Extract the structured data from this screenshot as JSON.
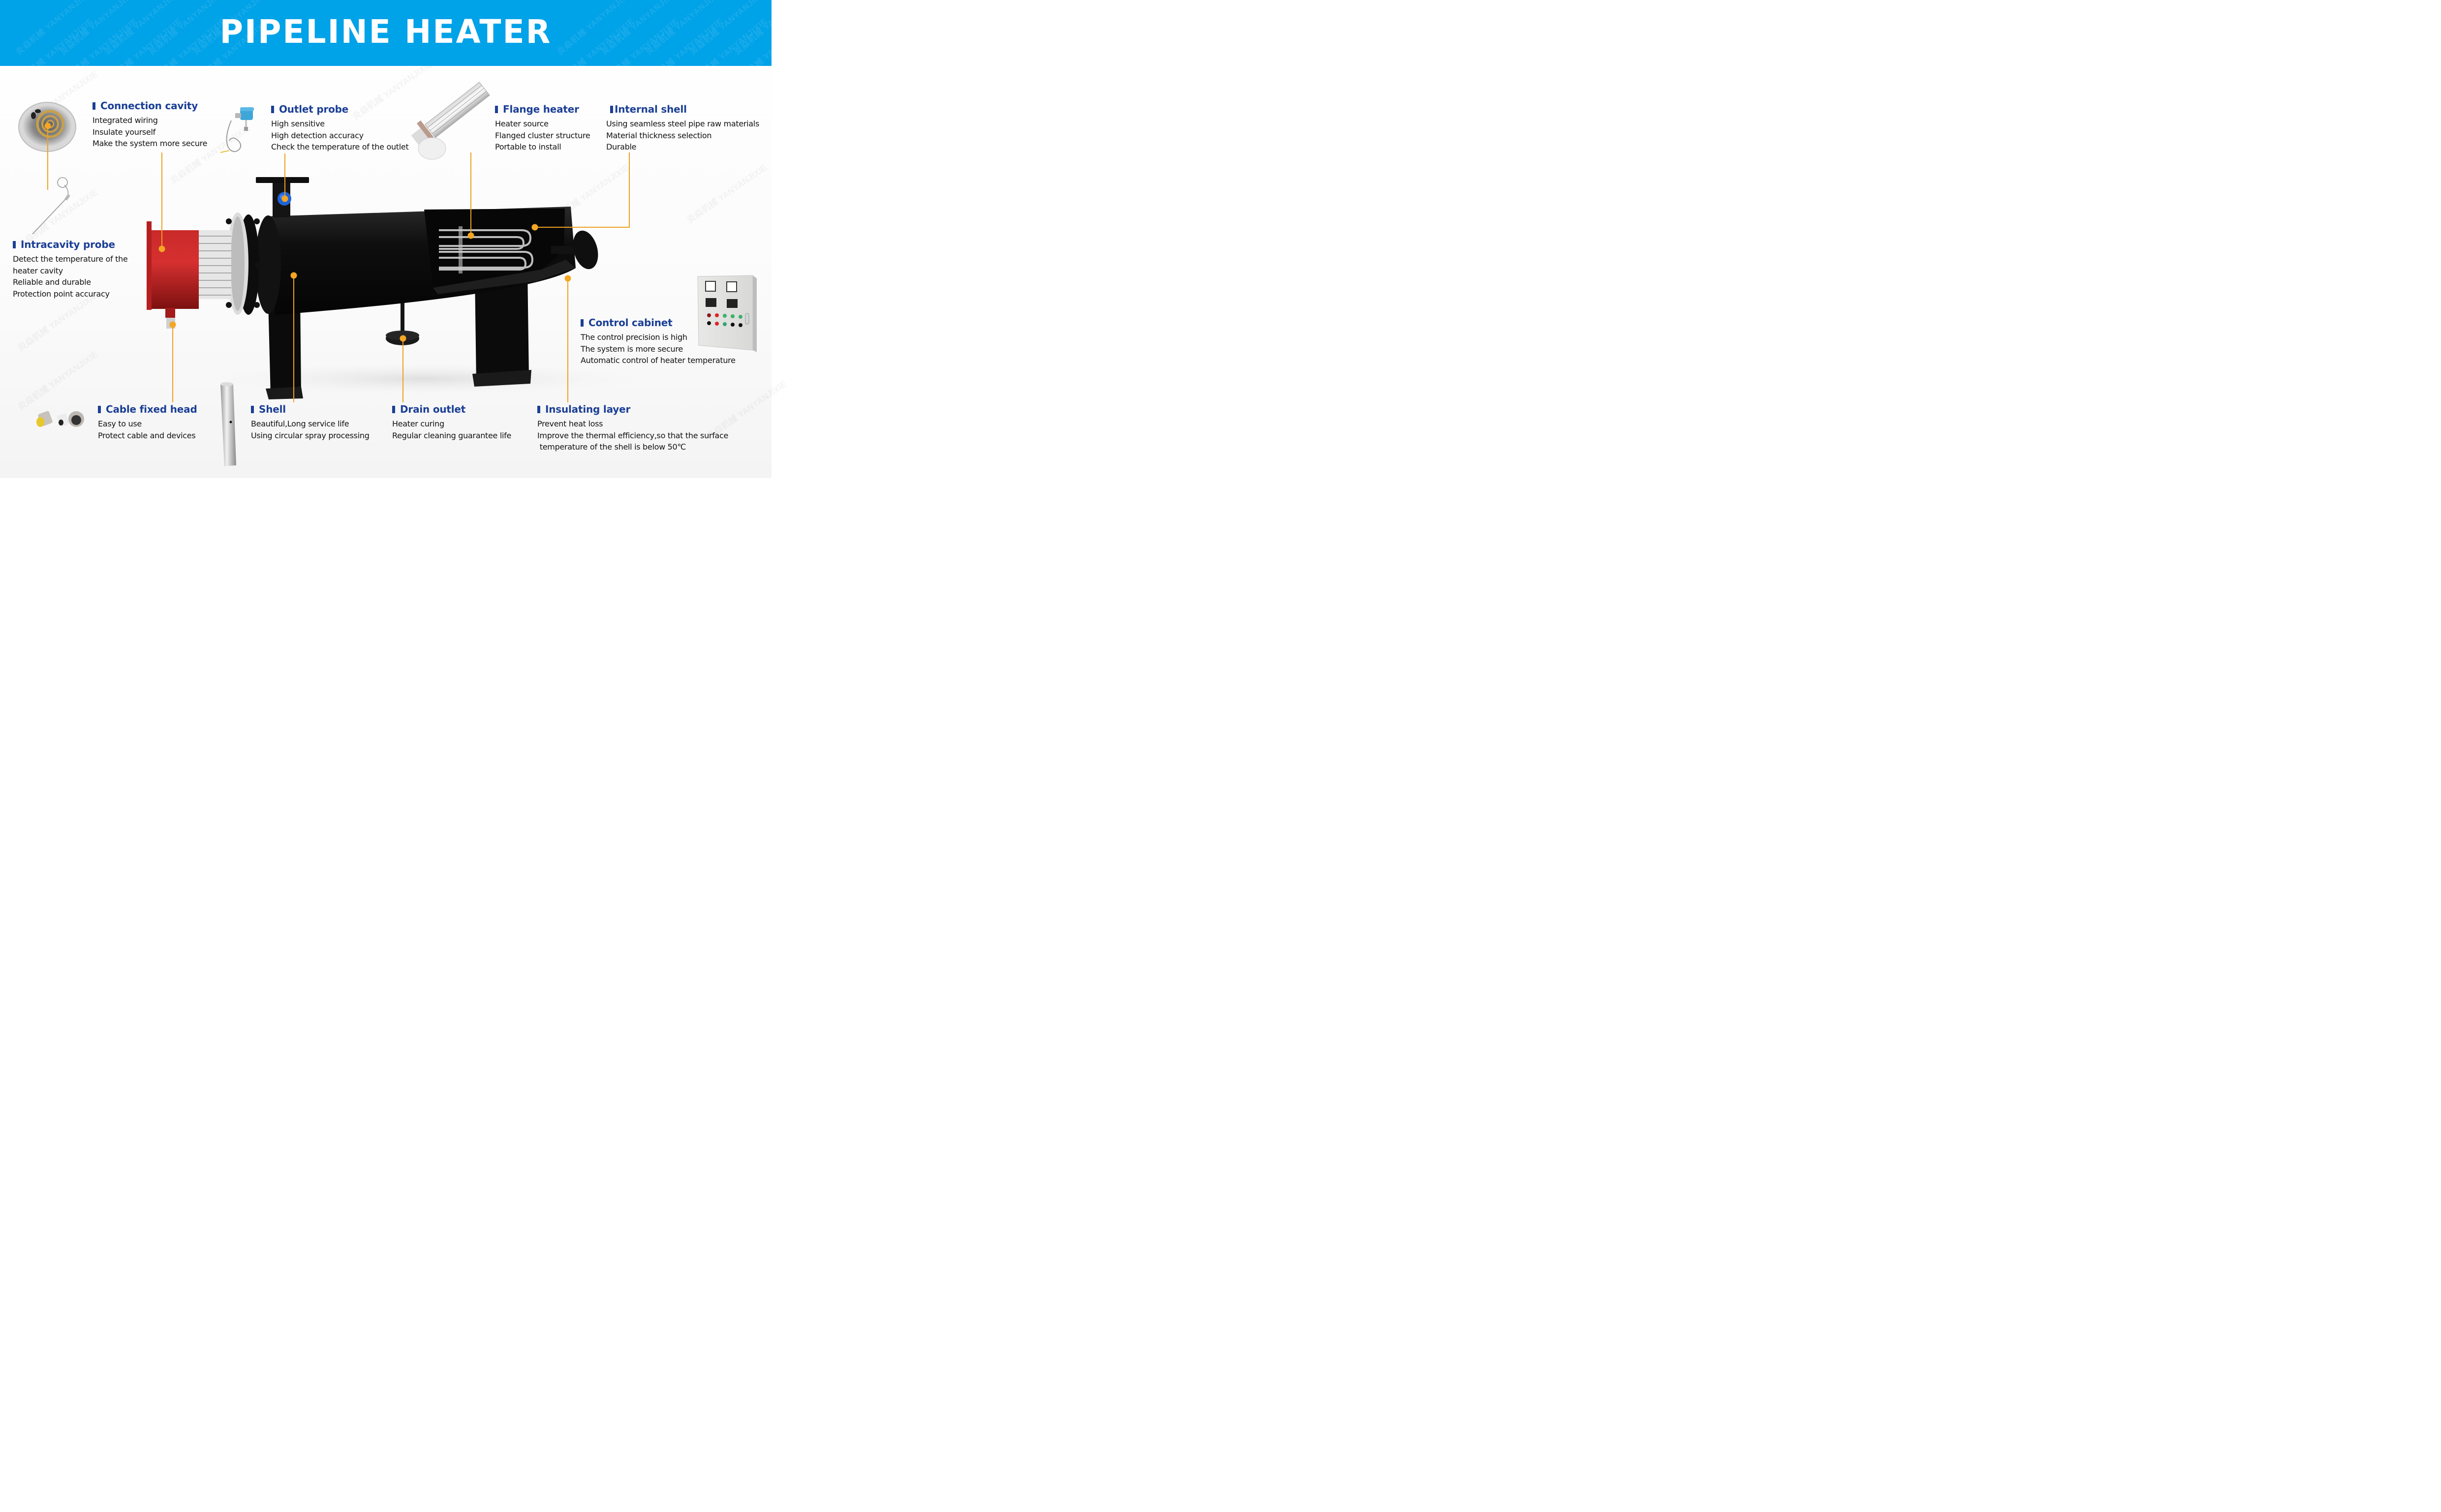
{
  "header": {
    "title": "PIPELINE HEATER",
    "background_color": "#00A2E8",
    "watermark": "炎焱机械 YANYANJIXIE"
  },
  "colors": {
    "heading": "#1B3F96",
    "leader": "#F5A623",
    "body_text": "#111111"
  },
  "callouts": {
    "connection_cavity": {
      "title": "Connection cavity",
      "lines": [
        "Integrated wiring",
        "Insulate yourself",
        "Make the system more secure"
      ]
    },
    "outlet_probe": {
      "title": "Outlet probe",
      "lines": [
        "High sensitive",
        "High detection accuracy",
        "Check the temperature of the outlet"
      ]
    },
    "flange_heater": {
      "title": "Flange heater",
      "lines": [
        "Heater source",
        "Flanged cluster structure",
        "Portable to install"
      ]
    },
    "internal_shell": {
      "title": "Internal shell",
      "lines": [
        "Using seamless steel pipe raw materials",
        "Material thickness selection",
        "Durable"
      ]
    },
    "intracavity_probe": {
      "title": "Intracavity probe",
      "lines": [
        "Detect the temperature of the",
        "heater cavity",
        "Reliable and durable",
        "Protection point accuracy"
      ]
    },
    "control_cabinet": {
      "title": "Control cabinet",
      "lines": [
        "The control precision is high",
        "The system is more secure",
        "Automatic control of heater temperature"
      ]
    },
    "cable_fixed_head": {
      "title": "Cable fixed head",
      "lines": [
        "Easy to use",
        "Protect cable and devices"
      ]
    },
    "shell": {
      "title": "Shell",
      "lines": [
        "Beautiful,Long service life",
        "Using circular spray processing"
      ]
    },
    "drain_outlet": {
      "title": "Drain outlet",
      "lines": [
        "Heater curing",
        "Regular cleaning guarantee life"
      ]
    },
    "insulating_layer": {
      "title": "Insulating layer",
      "lines": [
        "Prevent heat loss",
        "Improve the thermal efficiency,so that the surface",
        " temperature of the shell is below 50℃"
      ]
    }
  },
  "images": [
    "connection-cavity-photo",
    "intracavity-probe-photo",
    "outlet-probe-photo",
    "flange-heater-photo",
    "control-cabinet-photo",
    "cable-gland-photo",
    "protective-tube-photo",
    "pipeline-heater-render"
  ]
}
